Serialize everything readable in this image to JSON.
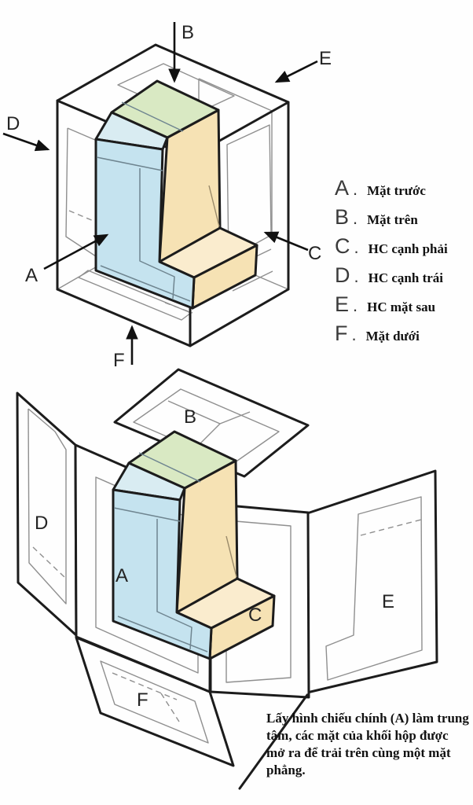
{
  "colors": {
    "front_face": "#c5e3ef",
    "top_face": "#d9e9c3",
    "side_face": "#f6e2b4",
    "side_face_top": "#faecce",
    "chamfer_face": "#d9ecf2",
    "outline": "#1c1c1c",
    "projection_line": "#8f8f8f"
  },
  "figure_top": {
    "labels": {
      "A": "A",
      "B": "B",
      "C": "C",
      "D": "D",
      "E": "E",
      "F": "F"
    }
  },
  "legend": {
    "items": [
      {
        "letter": "A",
        "separator": ".",
        "text": "Mặt trước"
      },
      {
        "letter": "B",
        "separator": ".",
        "text": "Mặt trên"
      },
      {
        "letter": "C",
        "separator": ".",
        "text": "HC cạnh phải"
      },
      {
        "letter": "D",
        "separator": ".",
        "text": "HC cạnh trái"
      },
      {
        "letter": "E",
        "separator": ".",
        "text": "HC mặt sau"
      },
      {
        "letter": "F",
        "separator": ".",
        "text": "Mặt dưới"
      }
    ]
  },
  "figure_bottom": {
    "labels": {
      "A": "A",
      "B": "B",
      "C": "C",
      "D": "D",
      "E": "E",
      "F": "F"
    }
  },
  "caption": {
    "lines": [
      "Lấy hình chiếu chính (A) làm trung",
      "tâm, các mặt của khối hộp được",
      "mở ra để trải trên cùng một mặt",
      "phẳng."
    ]
  }
}
